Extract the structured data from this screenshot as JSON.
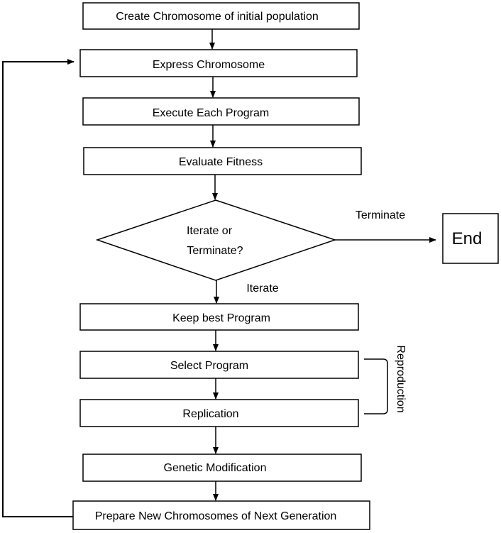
{
  "nodes": {
    "create": "Create Chromosome of initial population",
    "express": "Express Chromosome",
    "execute": "Execute Each Program",
    "evaluate": "Evaluate Fitness",
    "decision_line1": "Iterate or",
    "decision_line2": "Terminate?",
    "end": "End",
    "keep": "Keep best Program",
    "select": "Select Program",
    "replication": "Replication",
    "modification": "Genetic Modification",
    "prepare": "Prepare New Chromosomes of Next Generation"
  },
  "edge_labels": {
    "terminate": "Terminate",
    "iterate": "Iterate",
    "reproduction": "Reproduction"
  }
}
